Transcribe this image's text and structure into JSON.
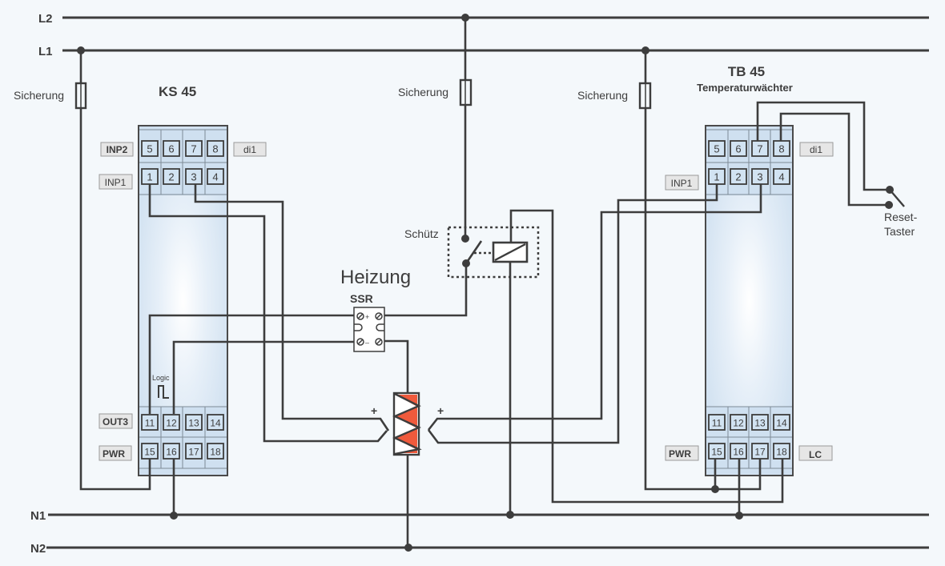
{
  "buses": {
    "L2": "L2",
    "L1": "L1",
    "N1": "N1",
    "N2": "N2"
  },
  "fuses": {
    "left": "Sicherung",
    "middle": "Sicherung",
    "right": "Sicherung"
  },
  "ks45": {
    "title": "KS 45",
    "tags": {
      "inp2": "INP2",
      "di1": "di1",
      "inp1": "INP1",
      "out3": "OUT3",
      "pwr": "PWR"
    },
    "logic_label": "Logic",
    "terminals_top_row1": [
      "5",
      "6",
      "7",
      "8"
    ],
    "terminals_top_row2": [
      "1",
      "2",
      "3",
      "4"
    ],
    "terminals_bottom_row1": [
      "11",
      "12",
      "13",
      "14"
    ],
    "terminals_bottom_row2": [
      "15",
      "16",
      "17",
      "18"
    ]
  },
  "tb45": {
    "title": "TB 45",
    "subtitle": "Temperaturwächter",
    "tags": {
      "di1": "di1",
      "inp1": "INP1",
      "pwr": "PWR",
      "lc": "LC"
    },
    "terminals_top_row1": [
      "5",
      "6",
      "7",
      "8"
    ],
    "terminals_top_row2": [
      "1",
      "2",
      "3",
      "4"
    ],
    "terminals_bottom_row1": [
      "11",
      "12",
      "13",
      "14"
    ],
    "terminals_bottom_row2": [
      "15",
      "16",
      "17",
      "18"
    ]
  },
  "heater": {
    "title": "Heizung",
    "ssr_label": "SSR",
    "ssr_plus": "+",
    "ssr_minus": "–",
    "tc_left_plus": "+",
    "tc_right_plus": "+"
  },
  "contactor": {
    "label": "Schütz"
  },
  "reset": {
    "line1": "Reset-",
    "line2": "Taster"
  },
  "colors": {
    "wire": "#3d3d3d",
    "heater": "#f05a3c",
    "module": "#d2e3f2"
  }
}
